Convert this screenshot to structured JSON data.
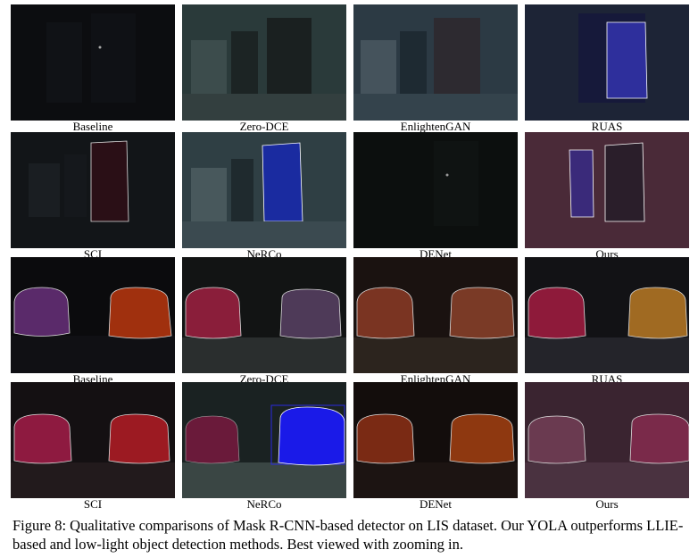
{
  "figure": {
    "rows": [
      [
        "Baseline",
        "Zero-DCE",
        "EnlightenGAN",
        "RUAS"
      ],
      [
        "SCI",
        "NeRCo",
        "DENet",
        "Ours"
      ],
      [
        "Baseline",
        "Zero-DCE",
        "EnlightenGAN",
        "RUAS"
      ],
      [
        "SCI",
        "NeRCo",
        "DENet",
        "Ours"
      ]
    ],
    "caption": "Figure 8: Qualitative comparisons of Mask R-CNN-based detector on LIS dataset. Our YOLA outperforms LLIE-based and low-light object detection methods. Best viewed with zooming in."
  }
}
